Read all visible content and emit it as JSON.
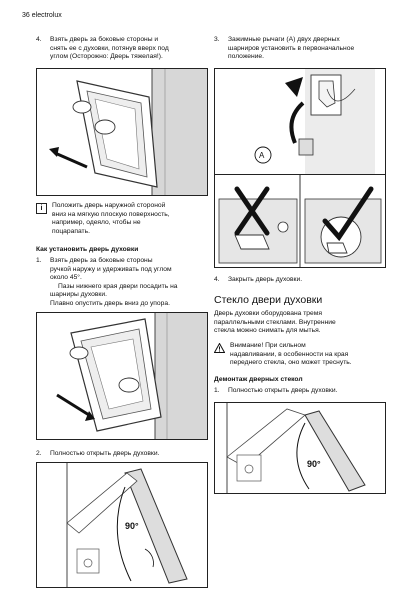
{
  "header": {
    "page_number": "36",
    "brand": "electrolux"
  },
  "left": {
    "step4": {
      "num": "4.",
      "lines": [
        "Взять дверь за боковые стороны и",
        "снять ее с духовки, потянув вверх под",
        "углом (Осторожно: Дверь тяжелая!)."
      ]
    },
    "note1": {
      "icon": "i",
      "lines": [
        "Положить дверь наружной стороной",
        "вниз на мягкую плоскую поверхность,",
        "например, одеяло, чтобы не",
        "поцарапать."
      ]
    },
    "install_heading": "Как установить дверь духовки",
    "step1": {
      "num": "1.",
      "lines": [
        "Взять дверь за боковые стороны",
        "ручкой наружу и удерживать под углом",
        "около 45°.",
        "Пазы нижнего края двери посадить на",
        "шарниры духовки.",
        "Плавно опустить дверь вниз до упора."
      ]
    },
    "step2": {
      "num": "2.",
      "lines": [
        "Полностью открыть дверь духовки."
      ]
    },
    "fig_angle_label": "90°"
  },
  "right": {
    "step3": {
      "num": "3.",
      "lines": [
        "Зажимные рычаги (А) двух дверных",
        "шарниров установить в первоначальное",
        "положение."
      ]
    },
    "fig_label_a": "A",
    "step4": {
      "num": "4.",
      "lines": [
        "Закрыть дверь духовки."
      ]
    },
    "glass_heading": "Стекло двери духовки",
    "glass_intro": [
      "Дверь духовки оборудована тремя",
      "параллельными стеклами. Внутренние",
      "стекла можно снимать для мытья."
    ],
    "warning": {
      "lines": [
        "Внимание! При сильном",
        "надавливании, в особенности на края",
        "переднего стекла, оно может треснуть."
      ]
    },
    "dismount_heading": "Демонтаж дверных стекол",
    "step1": {
      "num": "1.",
      "lines": [
        "Полностью открыть дверь духовки."
      ]
    },
    "fig_angle_label": "90°"
  }
}
